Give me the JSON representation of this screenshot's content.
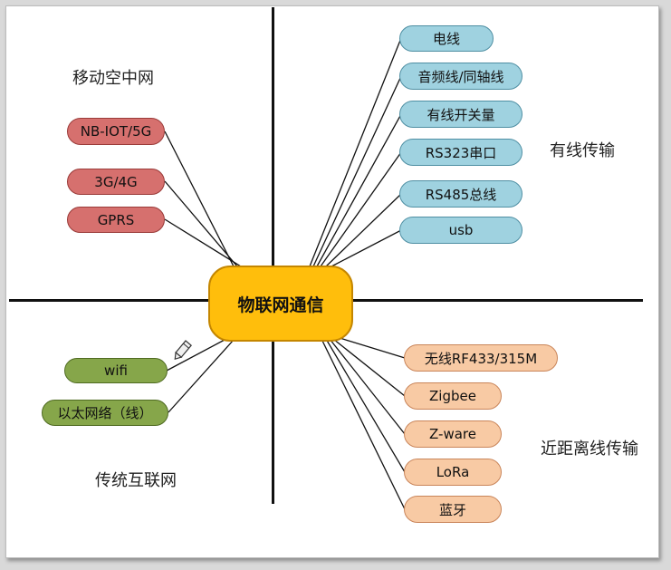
{
  "center_label": "物联网通信",
  "quadrants": {
    "mobile": "移动空中网",
    "wired": "有线传输",
    "internet": "传统互联网",
    "short_range": "近距离线传输"
  },
  "mobile_items": [
    "NB-IOT/5G",
    "3G/4G",
    "GPRS"
  ],
  "wired_items": [
    "电线",
    "音频线/同轴线",
    "有线开关量",
    "RS323串口",
    "RS485总线",
    "usb"
  ],
  "internet_items": [
    "wifi",
    "以太网络（线）"
  ],
  "short_range_items": [
    "无线RF433/315M",
    "Zigbee",
    "Z-ware",
    "LoRa",
    "蓝牙"
  ],
  "colors": {
    "mobile": "#d6706e",
    "wired": "#9fd2e0",
    "internet": "#86a64a",
    "short_range": "#f8caa4",
    "center": "#ffbe0c"
  }
}
